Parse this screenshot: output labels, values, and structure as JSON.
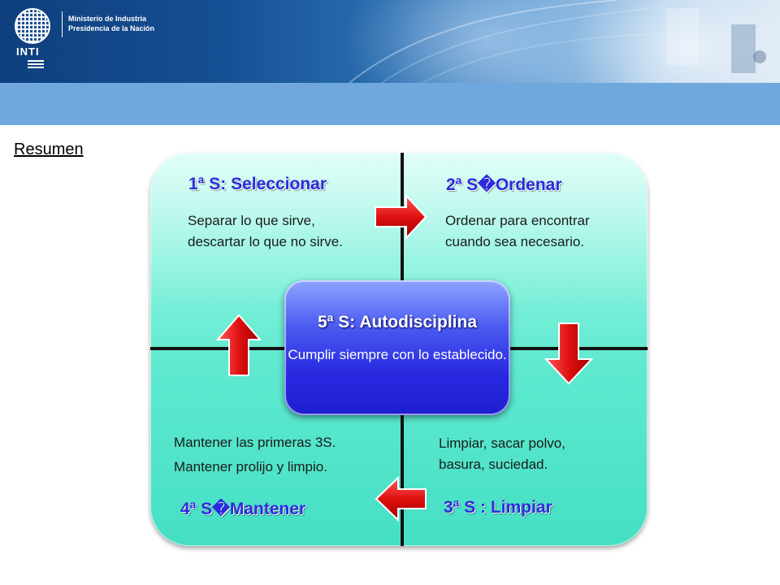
{
  "header": {
    "logo_text": "INTI",
    "ministry_line1": "Ministerio de Industria",
    "ministry_line2": "Presidencia de la Nación"
  },
  "slide_title": "Resumen",
  "quadrants": {
    "top_left": {
      "title": "1ª S: Seleccionar",
      "line1": "Separar lo que sirve,",
      "line2": "descartar lo que no sirve."
    },
    "top_right": {
      "title": "2ª S�Ordenar",
      "line1": "Ordenar para encontrar",
      "line2": "cuando sea necesario."
    },
    "bottom_right": {
      "title": "3ª S : Limpiar",
      "line1": "Limpiar, sacar polvo,",
      "line2": "basura, suciedad."
    },
    "bottom_left": {
      "title": "4ª S�Mantener",
      "line1": "Mantener las primeras 3S.",
      "line2": "Mantener prolijo y limpio."
    }
  },
  "center": {
    "title": "5ª S: Autodisciplina",
    "desc": "Cumplir siempre con lo establecido."
  },
  "colors": {
    "title_blue": "#2b2bdc",
    "panel_green": "#5ee9cf",
    "center_blue": "#2828e0",
    "arrow_red": "#e01010",
    "header_blue": "#154f93"
  }
}
